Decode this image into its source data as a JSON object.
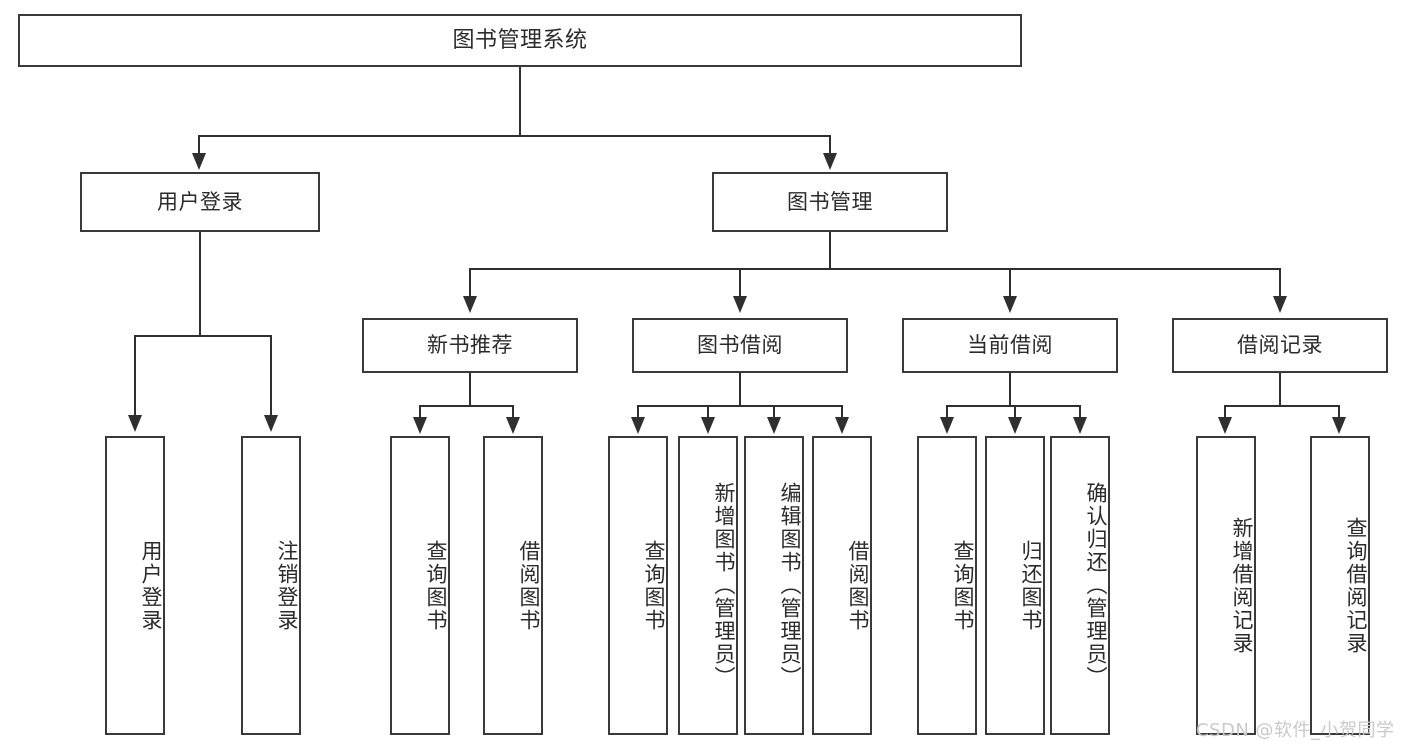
{
  "diagram": {
    "title": "图书管理系统",
    "type": "tree-hierarchy-diagram",
    "colors": {
      "box_border": "#3a3a3a",
      "line": "#2f2f2f",
      "text": "#2b2b2b",
      "background": "#ffffff",
      "watermark": "#c9c9c9"
    },
    "nodes": {
      "root": {
        "label": "图书管理系统"
      },
      "level1": [
        {
          "id": "user-login",
          "label": "用户登录"
        },
        {
          "id": "book-management",
          "label": "图书管理"
        }
      ],
      "level2": [
        {
          "id": "new-book-recommend",
          "label": "新书推荐"
        },
        {
          "id": "book-borrow",
          "label": "图书借阅"
        },
        {
          "id": "current-borrow",
          "label": "当前借阅"
        },
        {
          "id": "borrow-record",
          "label": "借阅记录"
        }
      ],
      "leaves": {
        "user_login": [
          {
            "id": "leaf-user-login",
            "label": "用户登录"
          },
          {
            "id": "leaf-logout-login",
            "label": "注销登录"
          }
        ],
        "new_book_recommend": [
          {
            "id": "leaf-query-book-1",
            "label": "查询图书"
          },
          {
            "id": "leaf-borrow-book-1",
            "label": "借阅图书"
          }
        ],
        "book_borrow": [
          {
            "id": "leaf-query-book-2",
            "label": "查询图书"
          },
          {
            "id": "leaf-add-book",
            "label": "新增图书（管理员）"
          },
          {
            "id": "leaf-edit-book",
            "label": "编辑图书（管理员）"
          },
          {
            "id": "leaf-borrow-book-2",
            "label": "借阅图书"
          }
        ],
        "current_borrow": [
          {
            "id": "leaf-query-book-3",
            "label": "查询图书"
          },
          {
            "id": "leaf-return-book",
            "label": "归还图书"
          },
          {
            "id": "leaf-confirm-return",
            "label": "确认归还（管理员）"
          }
        ],
        "borrow_record": [
          {
            "id": "leaf-add-record",
            "label": "新增借阅记录"
          },
          {
            "id": "leaf-query-record",
            "label": "查询借阅记录"
          }
        ]
      }
    },
    "watermark": "CSDN @软件_小贺同学"
  }
}
